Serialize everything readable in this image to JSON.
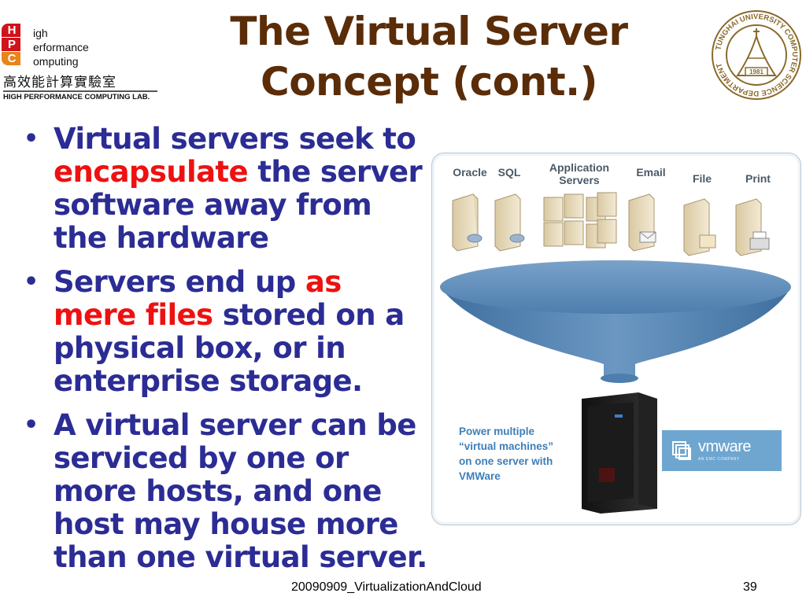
{
  "logo": {
    "letters": [
      "H",
      "P",
      "C"
    ],
    "words": [
      "igh",
      "erformance",
      "omputing"
    ],
    "chinese": "高效能計算實驗室",
    "english": "HIGH PERFORMANCE COMPUTING LAB."
  },
  "title": {
    "line1": "The Virtual Server",
    "line2": "Concept (cont.)"
  },
  "seal": {
    "ring_text": "TUNGHAI UNIVERSITY COMPUTER SCIENCE DEPARTMENT",
    "year": "1981"
  },
  "bullets": [
    {
      "parts": [
        "Virtual servers seek to ",
        "encapsulate",
        " the server software away from the hardware"
      ]
    },
    {
      "parts": [
        "Servers end up ",
        "as mere files",
        " stored on a physical box, or in enterprise storage."
      ]
    },
    {
      "parts": [
        "A virtual server can be serviced by one or more hosts, and one host may house more than one virtual server."
      ]
    }
  ],
  "diagram": {
    "servers": [
      "Oracle",
      "SQL",
      "Application Servers",
      "Email",
      "File",
      "Print"
    ],
    "power_text": [
      "Power multiple",
      "“virtual machines”",
      "on one server with",
      "VMWare"
    ],
    "vmware_logo": "vmware",
    "vmware_sub": "AN EMC COMPANY"
  },
  "footer": {
    "deck": "20090909_VirtualizationAndCloud",
    "page": "39"
  },
  "colors": {
    "title": "#5a2c08",
    "bullet_text": "#2b2c94",
    "highlight": "#ee1111",
    "funnel": "#4e7eae",
    "logo_red": "#d0121b",
    "logo_orange": "#e8841c"
  }
}
